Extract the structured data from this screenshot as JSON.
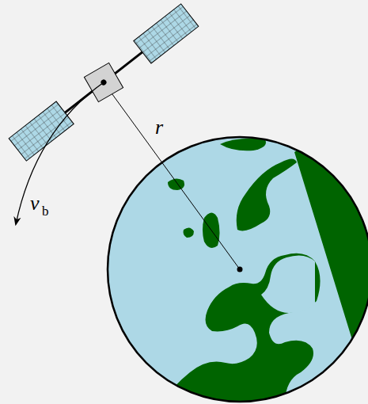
{
  "diagram": {
    "labels": [
      "r",
      "v",
      "b"
    ]
  }
}
